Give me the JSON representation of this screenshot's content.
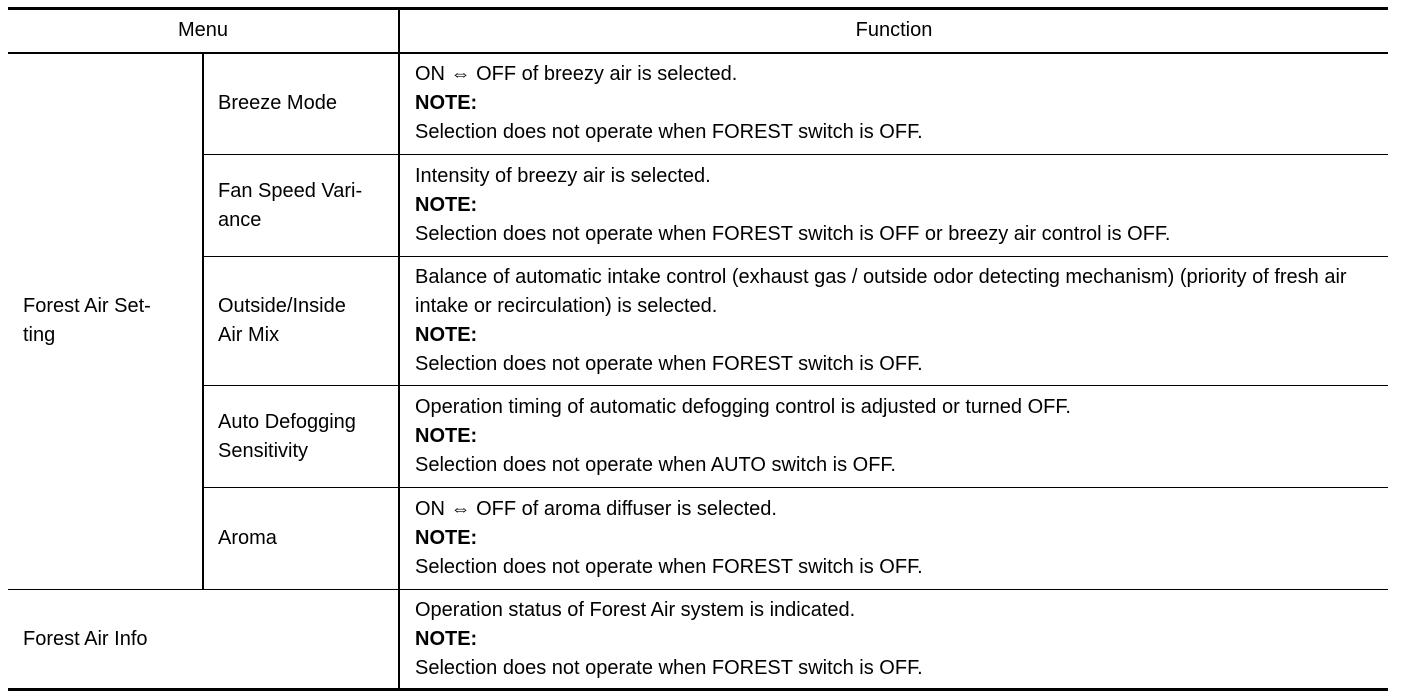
{
  "header": {
    "menu": "Menu",
    "function": "Function"
  },
  "group": {
    "name": "Forest Air Set-ting",
    "name_line1": "Forest Air Set-",
    "name_line2": "ting",
    "rows": [
      {
        "item_line1": "Breeze Mode",
        "item_line2": "",
        "desc": "ON ⇔ OFF of breezy air is selected.",
        "note_label": "NOTE:",
        "note": "Selection does not operate when FOREST switch is OFF."
      },
      {
        "item_line1": "Fan Speed Vari-",
        "item_line2": "ance",
        "desc": "Intensity of breezy air is selected.",
        "note_label": "NOTE:",
        "note": "Selection does not operate when FOREST switch is OFF or breezy air control is OFF."
      },
      {
        "item_line1": "Outside/Inside",
        "item_line2": "Air Mix",
        "desc": "Balance of automatic intake control (exhaust gas / outside odor detecting mechanism) (priority of fresh air intake or recirculation) is selected.",
        "note_label": "NOTE:",
        "note": "Selection does not operate when FOREST switch is OFF."
      },
      {
        "item_line1": "Auto Defogging",
        "item_line2": "Sensitivity",
        "desc": "Operation timing of automatic defogging control is adjusted or turned OFF.",
        "note_label": "NOTE:",
        "note": "Selection does not operate when AUTO switch is OFF."
      },
      {
        "item_line1": "Aroma",
        "item_line2": "",
        "desc": "ON ⇔ OFF of aroma diffuser is selected.",
        "note_label": "NOTE:",
        "note": "Selection does not operate when FOREST switch is OFF."
      }
    ]
  },
  "info": {
    "name": "Forest Air Info",
    "desc": "Operation status of Forest Air system is indicated.",
    "note_label": "NOTE:",
    "note": "Selection does not operate when FOREST switch is OFF."
  }
}
